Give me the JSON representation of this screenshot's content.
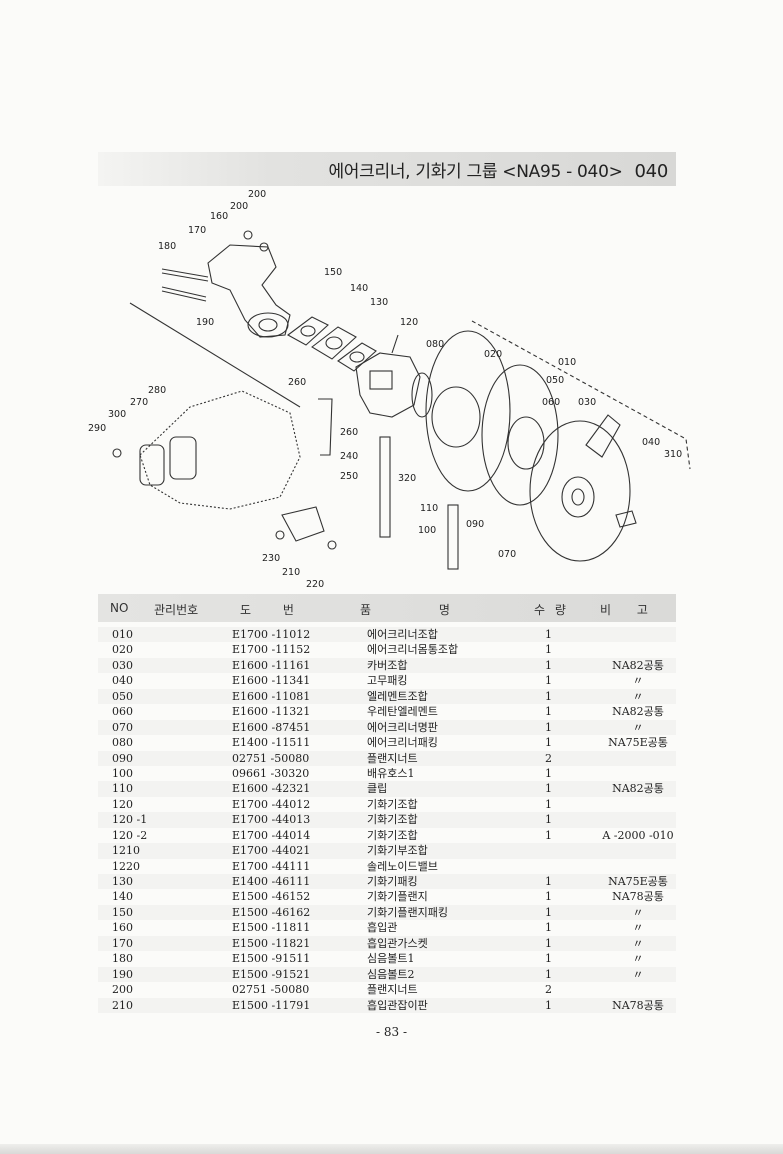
{
  "header": {
    "title": "에어크리너, 기화기 그룹 <NA95 - 040>",
    "code": "040"
  },
  "diagram": {
    "callouts": [
      "200",
      "200",
      "160",
      "170",
      "180",
      "190",
      "150",
      "140",
      "130",
      "120",
      "080",
      "020",
      "010",
      "050",
      "060",
      "030",
      "040",
      "310",
      "280",
      "270",
      "300",
      "290",
      "260",
      "260",
      "240",
      "250",
      "320",
      "110",
      "100",
      "090",
      "070",
      "230",
      "210",
      "220"
    ]
  },
  "table": {
    "headers": {
      "no": "NO",
      "mgmt": "관리번호",
      "drawing": "도 번",
      "name": "품 명",
      "qty": "수 량",
      "remark": "비 고"
    },
    "rows": [
      {
        "no": "010",
        "part": "E1700 -11012",
        "name": "에어크리너조합",
        "qty": "1",
        "remark": ""
      },
      {
        "no": "020",
        "part": "E1700 -11152",
        "name": "에어크리너몸통조합",
        "qty": "1",
        "remark": ""
      },
      {
        "no": "030",
        "part": "E1600 -11161",
        "name": "카버조합",
        "qty": "1",
        "remark": "NA82공통"
      },
      {
        "no": "040",
        "part": "E1600 -11341",
        "name": "고무패킹",
        "qty": "1",
        "remark": "〃"
      },
      {
        "no": "050",
        "part": "E1600 -11081",
        "name": "엘레멘트조합",
        "qty": "1",
        "remark": "〃"
      },
      {
        "no": "060",
        "part": "E1600 -11321",
        "name": "우레탄엘레멘트",
        "qty": "1",
        "remark": "NA82공통"
      },
      {
        "no": "070",
        "part": "E1600 -87451",
        "name": "에어크리너명판",
        "qty": "1",
        "remark": "〃"
      },
      {
        "no": "080",
        "part": "E1400 -11511",
        "name": "에어크리너패킹",
        "qty": "1",
        "remark": "NA75E공통"
      },
      {
        "no": "090",
        "part": "02751 -50080",
        "name": "플랜지너트",
        "qty": "2",
        "remark": ""
      },
      {
        "no": "100",
        "part": "09661 -30320",
        "name": "배유호스1",
        "qty": "1",
        "remark": ""
      },
      {
        "no": "110",
        "part": "E1600 -42321",
        "name": "클립",
        "qty": "1",
        "remark": "NA82공통"
      },
      {
        "no": "120",
        "part": "E1700 -44012",
        "name": "기화기조합",
        "qty": "1",
        "remark": ""
      },
      {
        "no": "120 -1",
        "part": "E1700 -44013",
        "name": "기화기조합",
        "qty": "1",
        "remark": ""
      },
      {
        "no": "120 -2",
        "part": "E1700 -44014",
        "name": "기화기조합",
        "qty": "1",
        "remark": "A -2000 -010"
      },
      {
        "no": "1210",
        "part": "E1700 -44021",
        "name": "기화기부조합",
        "qty": "",
        "remark": ""
      },
      {
        "no": "1220",
        "part": "E1700 -44111",
        "name": "솔레노이드밸브",
        "qty": "",
        "remark": ""
      },
      {
        "no": "130",
        "part": "E1400 -46111",
        "name": "기화기패킹",
        "qty": "1",
        "remark": "NA75E공통"
      },
      {
        "no": "140",
        "part": "E1500 -46152",
        "name": "기화기플랜지",
        "qty": "1",
        "remark": "NA78공통"
      },
      {
        "no": "150",
        "part": "E1500 -46162",
        "name": "기화기플랜지패킹",
        "qty": "1",
        "remark": "〃"
      },
      {
        "no": "160",
        "part": "E1500 -11811",
        "name": "흡입관",
        "qty": "1",
        "remark": "〃"
      },
      {
        "no": "170",
        "part": "E1500 -11821",
        "name": "흡입관가스켓",
        "qty": "1",
        "remark": "〃"
      },
      {
        "no": "180",
        "part": "E1500 -91511",
        "name": "심음볼트1",
        "qty": "1",
        "remark": "〃"
      },
      {
        "no": "190",
        "part": "E1500 -91521",
        "name": "심음볼트2",
        "qty": "1",
        "remark": "〃"
      },
      {
        "no": "200",
        "part": "02751 -50080",
        "name": "플랜지너트",
        "qty": "2",
        "remark": ""
      },
      {
        "no": "210",
        "part": "E1500 -11791",
        "name": "흡입관잡이판",
        "qty": "1",
        "remark": "NA78공통"
      }
    ]
  },
  "page": {
    "number": "- 83 -"
  }
}
